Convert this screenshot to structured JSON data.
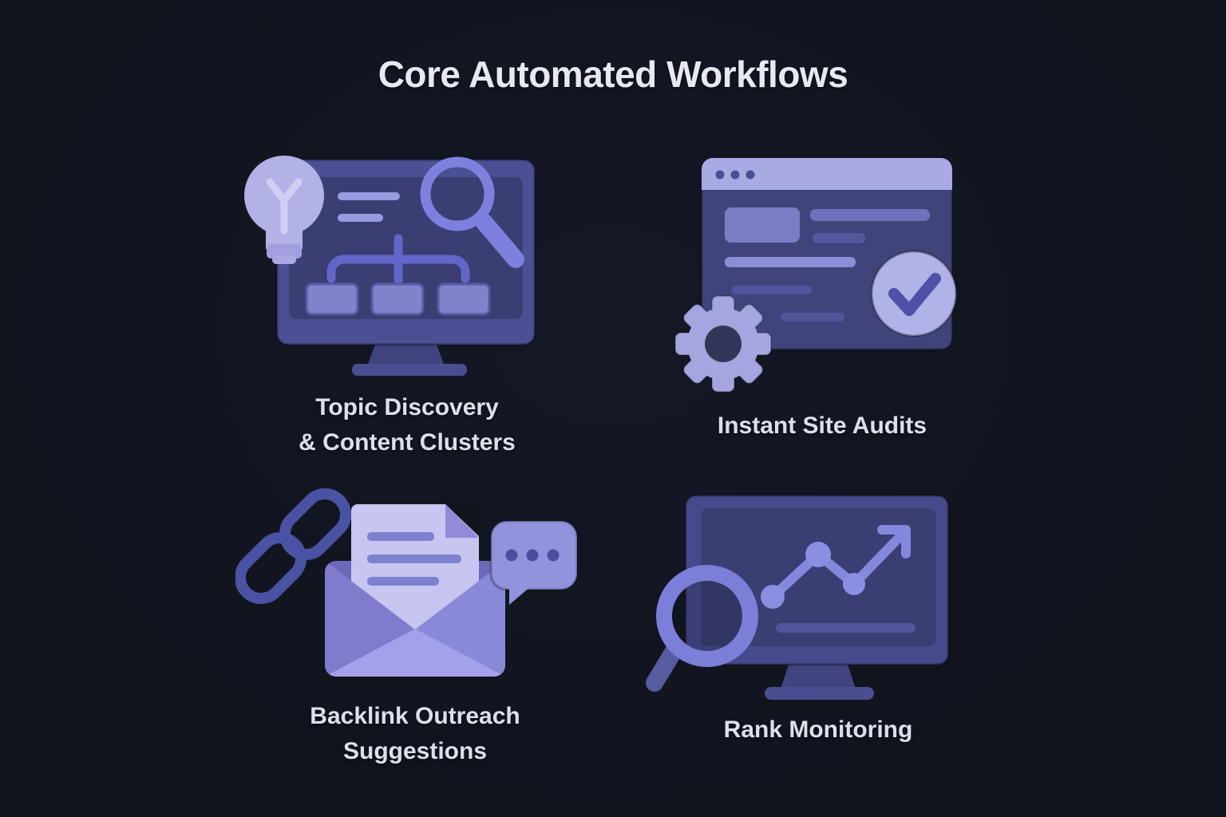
{
  "title": "Core Automated Workflows",
  "workflows": [
    {
      "id": "topic-discovery",
      "label_line1": "Topic Discovery",
      "label_line2": "& Content Clusters",
      "icon": "monitor-sitemap-lightbulb-magnifier-icon"
    },
    {
      "id": "site-audits",
      "label_line1": "Instant Site Audits",
      "label_line2": "",
      "icon": "browser-gear-checkmark-icon"
    },
    {
      "id": "backlink-outreach",
      "label_line1": "Backlink Outreach",
      "label_line2": "Suggestions",
      "icon": "chain-link-envelope-chat-icon"
    },
    {
      "id": "rank-monitoring",
      "label_line1": "Rank Monitoring",
      "label_line2": "",
      "icon": "monitor-trend-chart-magnifier-icon"
    }
  ],
  "palette": {
    "background": "#12151e",
    "title_text": "#e7e8f0",
    "caption_text": "#dde0ea",
    "lavender_light": "#b2b3e7",
    "lavender_pale": "#c7c6f0",
    "lavender_mid": "#9193dd",
    "periwinkle": "#7d81d8",
    "indigo_frame": "#4b4f93",
    "indigo_deep": "#4a52a4",
    "screen_dark": "#3b3e72",
    "body_panel": "#41447b"
  }
}
